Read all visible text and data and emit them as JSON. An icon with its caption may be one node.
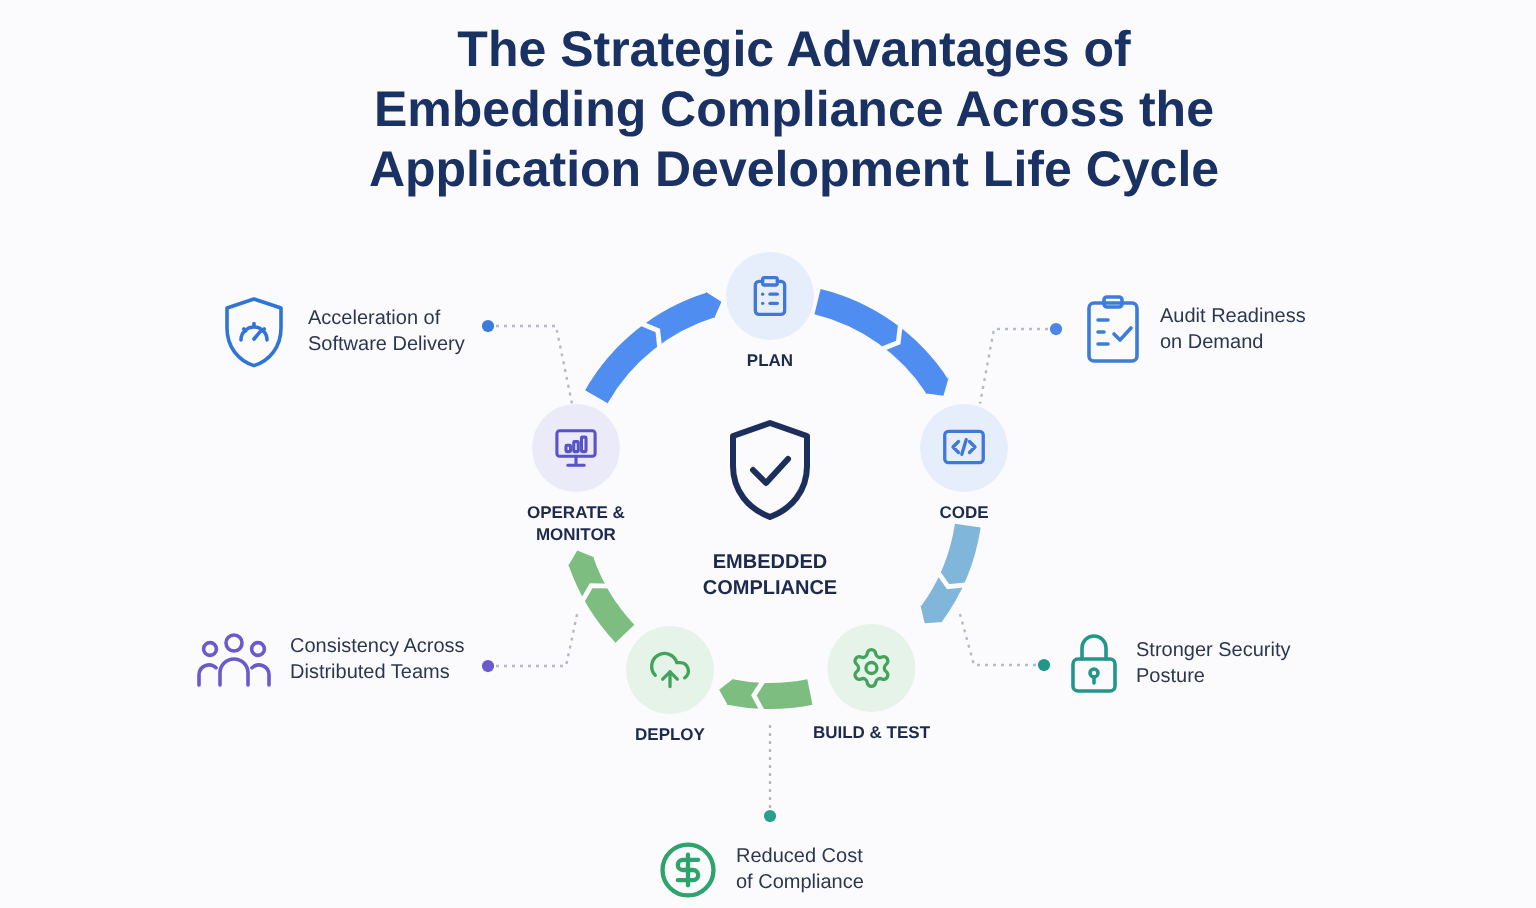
{
  "diagram": {
    "title": "The Strategic Advantages of Embedding Compliance Across the Application Development Life Cycle",
    "nodes": [
      {
        "text": [
          "PLAN"
        ]
      },
      {
        "text": [
          "CODE"
        ]
      },
      {
        "text": [
          "BUILD & TEST"
        ]
      },
      {
        "text": [
          "DEPLOY"
        ]
      },
      {
        "text": [
          "OPERATE & MONITOR"
        ]
      },
      {
        "text": [
          "EMBEDDED COMPLIANCE"
        ]
      },
      {
        "text": [
          "Acceleration of Software Delivery"
        ]
      },
      {
        "text": [
          "Audit Readiness on Demand"
        ]
      },
      {
        "text": [
          "Consistency Across Distributed Teams"
        ]
      },
      {
        "text": [
          "Stronger Security Posture"
        ]
      },
      {
        "text": [
          "Reduced Cost of Compliance"
        ]
      }
    ],
    "edges": [
      {
        "from": 0,
        "to": 1,
        "arrow": "to",
        "style": "thick",
        "color": "#4f8ef0"
      },
      {
        "from": 1,
        "to": 2,
        "arrow": "to",
        "style": "thick",
        "color": "#7fb6d9"
      },
      {
        "from": 2,
        "to": 3,
        "arrow": "to",
        "style": "thick",
        "color": "#7dbd80"
      },
      {
        "from": 3,
        "to": 4,
        "arrow": "to",
        "style": "thick",
        "color": "#7dbd80"
      },
      {
        "from": 4,
        "to": 0,
        "arrow": "to",
        "style": "thick",
        "color": "#4f8ef0"
      },
      {
        "from": 6,
        "to": 4,
        "arrow": "other",
        "style": "dashed"
      },
      {
        "from": 7,
        "to": 1,
        "arrow": "other",
        "style": "dashed"
      },
      {
        "from": 8,
        "to": null,
        "arrow": "other",
        "style": "dashed"
      },
      {
        "from": 9,
        "to": null,
        "arrow": "other",
        "style": "dashed"
      },
      {
        "from": 10,
        "to": null,
        "arrow": "other",
        "style": "dashed"
      }
    ]
  }
}
